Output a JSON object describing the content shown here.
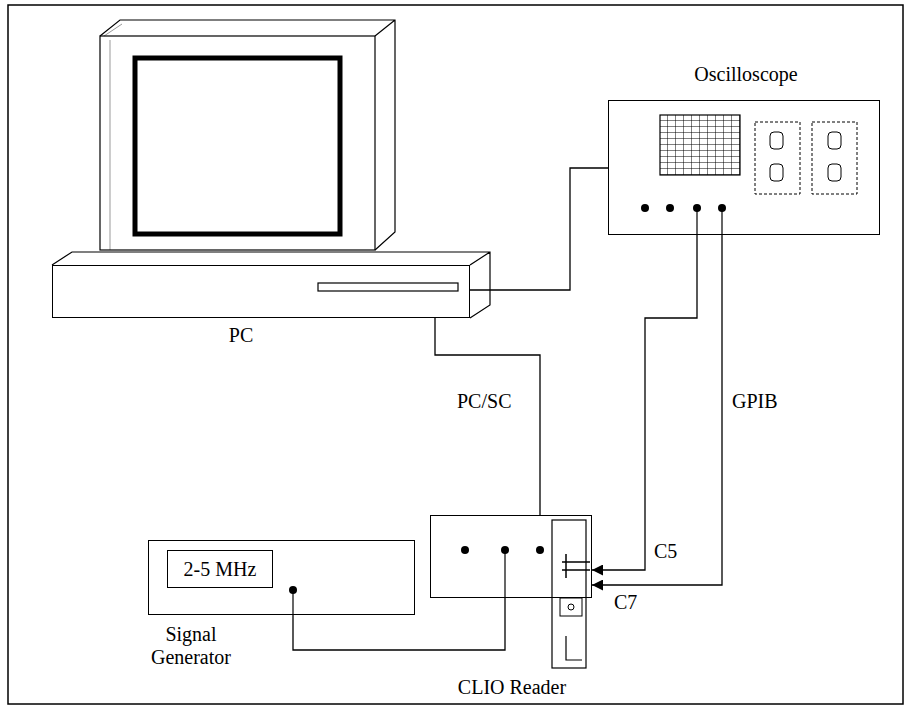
{
  "diagram": {
    "nodes": [
      {
        "text": [
          "PC"
        ]
      },
      {
        "text": [
          "Oscilloscope"
        ]
      },
      {
        "text": [
          "Signal Generator"
        ]
      },
      {
        "text": [
          "2-5 MHz"
        ],
        "in": 2
      },
      {
        "text": [
          "CLIO Reader"
        ]
      }
    ],
    "edges": [
      {
        "from": 0,
        "to": 1,
        "arrow": "none"
      },
      {
        "from": 0,
        "to": 4,
        "label": "PC/SC",
        "arrow": "none"
      },
      {
        "from": 2,
        "to": 4,
        "arrow": "none"
      },
      {
        "from": 1,
        "to": 4,
        "arrow": "to"
      },
      {
        "from": 1,
        "to": 4,
        "label": "GPIB",
        "arrow": "to"
      }
    ],
    "labels": [
      "C5",
      "C7"
    ]
  }
}
